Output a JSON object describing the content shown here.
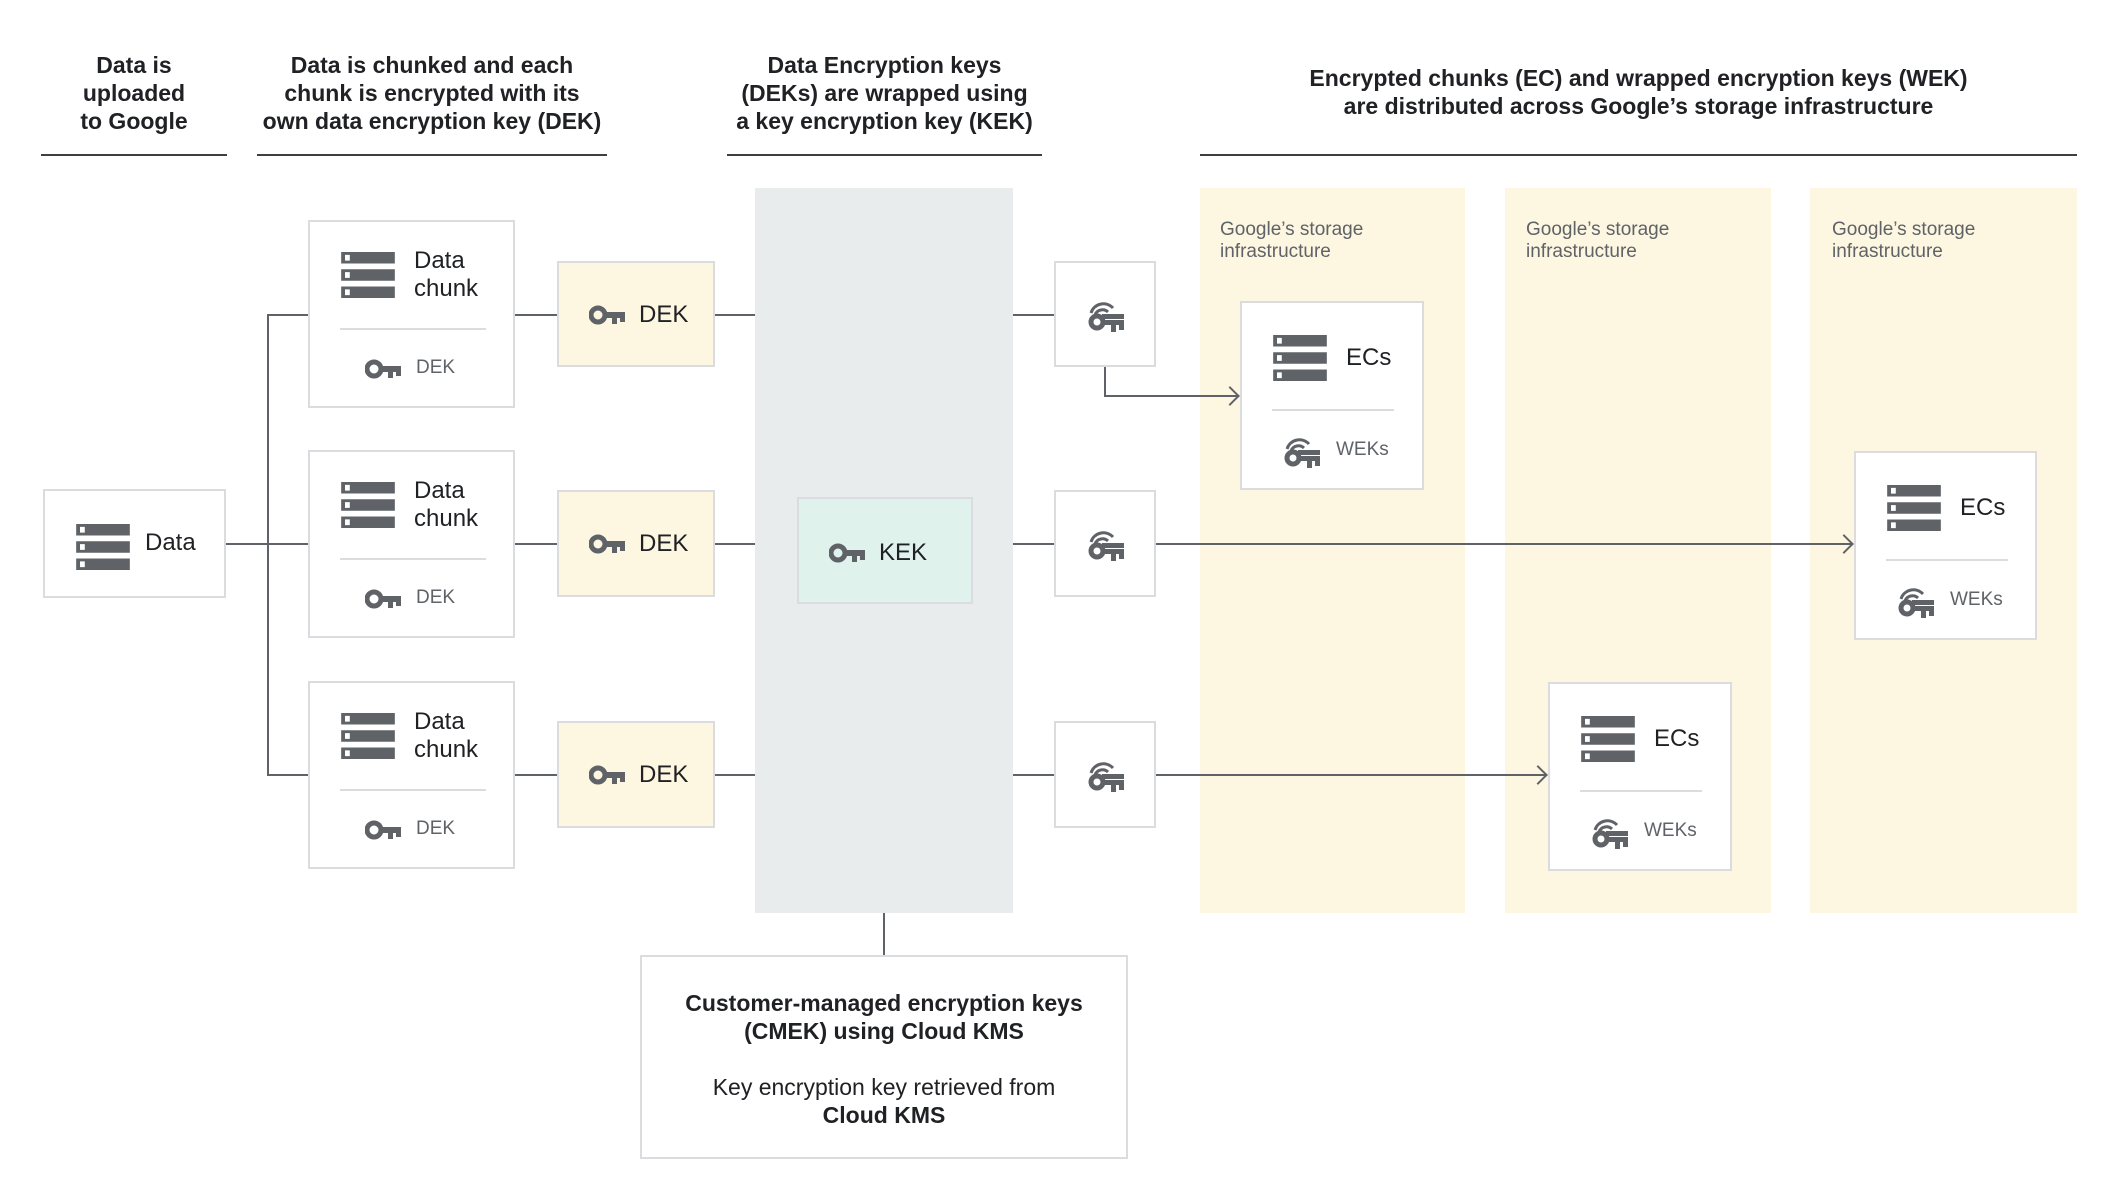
{
  "headers": [
    {
      "lines": [
        "Data is",
        "uploaded",
        "to Google"
      ]
    },
    {
      "lines": [
        "Data is chunked and each",
        "chunk is encrypted with its",
        "own data encryption key (DEK)"
      ]
    },
    {
      "lines": [
        "Data Encryption keys",
        "(DEKs) are wrapped using",
        "a key encryption key (KEK)"
      ]
    },
    {
      "lines": [
        "Encrypted chunks (EC) and wrapped encryption keys (WEK)",
        "are distributed across Google’s storage infrastructure"
      ]
    }
  ],
  "data_box": {
    "label": "Data",
    "icon": "server-icon"
  },
  "chunks": [
    {
      "lines": [
        "Data",
        "chunk"
      ],
      "key_label": "DEK"
    },
    {
      "lines": [
        "Data",
        "chunk"
      ],
      "key_label": "DEK"
    },
    {
      "lines": [
        "Data",
        "chunk"
      ],
      "key_label": "DEK"
    }
  ],
  "deks": [
    {
      "label": "DEK"
    },
    {
      "label": "DEK"
    },
    {
      "label": "DEK"
    }
  ],
  "kek": {
    "label": "KEK"
  },
  "storage_columns": [
    {
      "lines": [
        "Google’s storage",
        "infrastructure"
      ]
    },
    {
      "lines": [
        "Google’s storage",
        "infrastructure"
      ]
    },
    {
      "lines": [
        "Google’s storage",
        "infrastructure"
      ]
    }
  ],
  "ec_boxes": [
    {
      "label": "ECs",
      "key_label": "WEKs"
    },
    {
      "label": "ECs",
      "key_label": "WEKs"
    },
    {
      "label": "ECs",
      "key_label": "WEKs"
    }
  ],
  "cmek": {
    "title_lines": [
      "Customer-managed encryption keys",
      "(CMEK) using Cloud KMS"
    ],
    "body": "Key encryption key retrieved from",
    "body_bold": "Cloud KMS"
  },
  "colors": {
    "storage_bg": "#fdf6e0",
    "kek_column_bg": "#e8eced",
    "kek_box_bg": "#e0f2ec",
    "dek_box_bg": "#fdf6e0",
    "icon": "#5f6368"
  }
}
